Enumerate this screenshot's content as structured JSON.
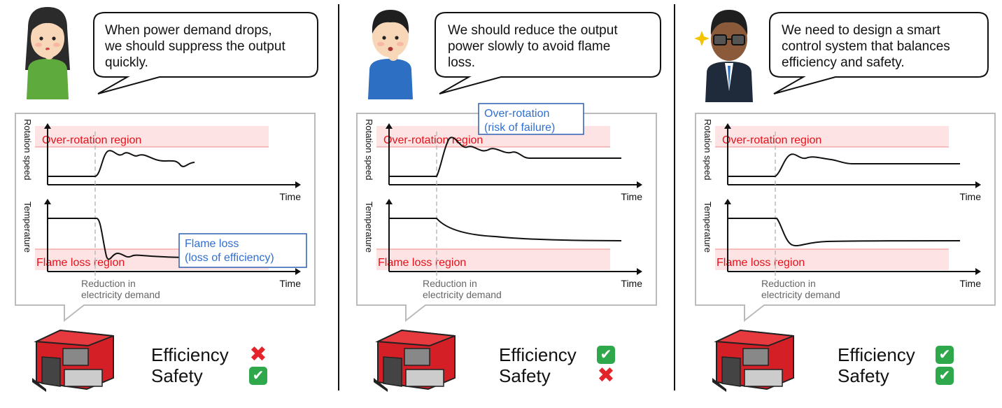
{
  "colors": {
    "region_fill": "#fde3e3",
    "region_text": "#e8101a",
    "annotation_text": "#2f6fd4",
    "annotation_border": "#2e5fb0",
    "curve": "#111111",
    "guide_line": "#bbbbbb",
    "panel_border": "#bbbbbb",
    "check": "#2ea84a",
    "cross": "#e3242b"
  },
  "panels": [
    {
      "speech": [
        "When power demand drops,",
        "we should suppress the output",
        "quickly."
      ],
      "character_icon": "woman-thinking-icon",
      "rotation_ylabel": "Rotation speed",
      "over_rotation_label": "Over-rotation region",
      "time_label_top": "Time",
      "temperature_ylabel": "Temperature",
      "flame_loss_label": "Flame loss region",
      "time_label_bottom": "Time",
      "event_label": [
        "Reduction in",
        "electricity demand"
      ],
      "annotation": [
        "Flame loss",
        "(loss of efficiency)"
      ],
      "annotation_target": "temperature",
      "efficiency_label": "Efficiency",
      "efficiency_ok": false,
      "safety_label": "Safety",
      "safety_ok": true
    },
    {
      "speech": [
        "We should reduce the output",
        "power slowly to avoid flame",
        "loss."
      ],
      "character_icon": "man-thinking-icon",
      "rotation_ylabel": "Rotation speed",
      "over_rotation_label": "Over-rotation region",
      "time_label_top": "Time",
      "temperature_ylabel": "Temperature",
      "flame_loss_label": "Flame loss region",
      "time_label_bottom": "Time",
      "event_label": [
        "Reduction in",
        "electricity demand"
      ],
      "annotation": [
        "Over-rotation",
        "(risk of failure)"
      ],
      "annotation_target": "rotation",
      "efficiency_label": "Efficiency",
      "efficiency_ok": true,
      "safety_label": "Safety",
      "safety_ok": false
    },
    {
      "speech": [
        "We need to design a smart",
        "control system that balances",
        "efficiency and safety."
      ],
      "character_icon": "engineer-glasses-icon",
      "rotation_ylabel": "Rotation speed",
      "over_rotation_label": "Over-rotation region",
      "time_label_top": "Time",
      "temperature_ylabel": "Temperature",
      "flame_loss_label": "Flame loss region",
      "time_label_bottom": "Time",
      "event_label": [
        "Reduction in",
        "electricity demand"
      ],
      "annotation": [],
      "annotation_target": "",
      "efficiency_label": "Efficiency",
      "efficiency_ok": true,
      "safety_label": "Safety",
      "safety_ok": true
    }
  ]
}
